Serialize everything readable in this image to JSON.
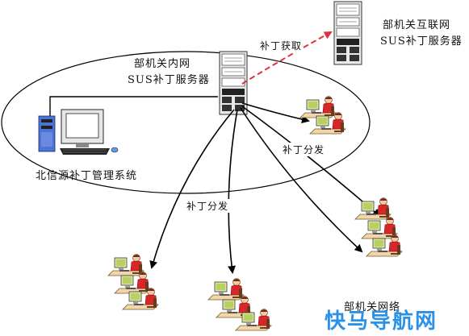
{
  "labels": {
    "internet_server_line1": "部机关互联网",
    "internet_server_line2": "SUS补丁服务器",
    "patch_fetch": "补丁获取",
    "intranet_server_line1": "部机关内网",
    "intranet_server_line2": "SUS补丁服务器",
    "mgmt_system": "北信源补丁管理系统",
    "patch_distribute_right": "补丁分发",
    "patch_distribute_left": "补丁分发",
    "network_label": "部机关网络"
  },
  "watermark": "快马导航网",
  "colors": {
    "line": "#000000",
    "fetch_arrow": "#e0303a",
    "watermark": "#2a92e6"
  }
}
